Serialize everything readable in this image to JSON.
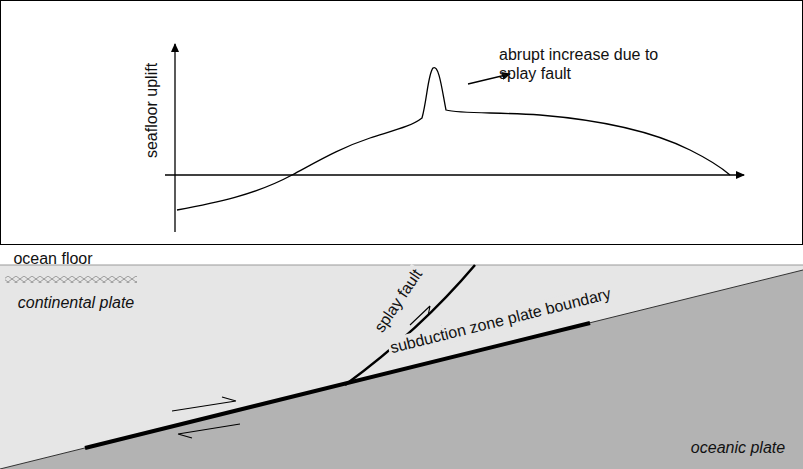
{
  "diagram": {
    "labels": [
      "seafloor uplift",
      "abrupt increase due to splay fault",
      "ocean floor",
      "continental plate",
      "splay fault",
      "subduction zone plate boundary",
      "oceanic plate"
    ]
  }
}
